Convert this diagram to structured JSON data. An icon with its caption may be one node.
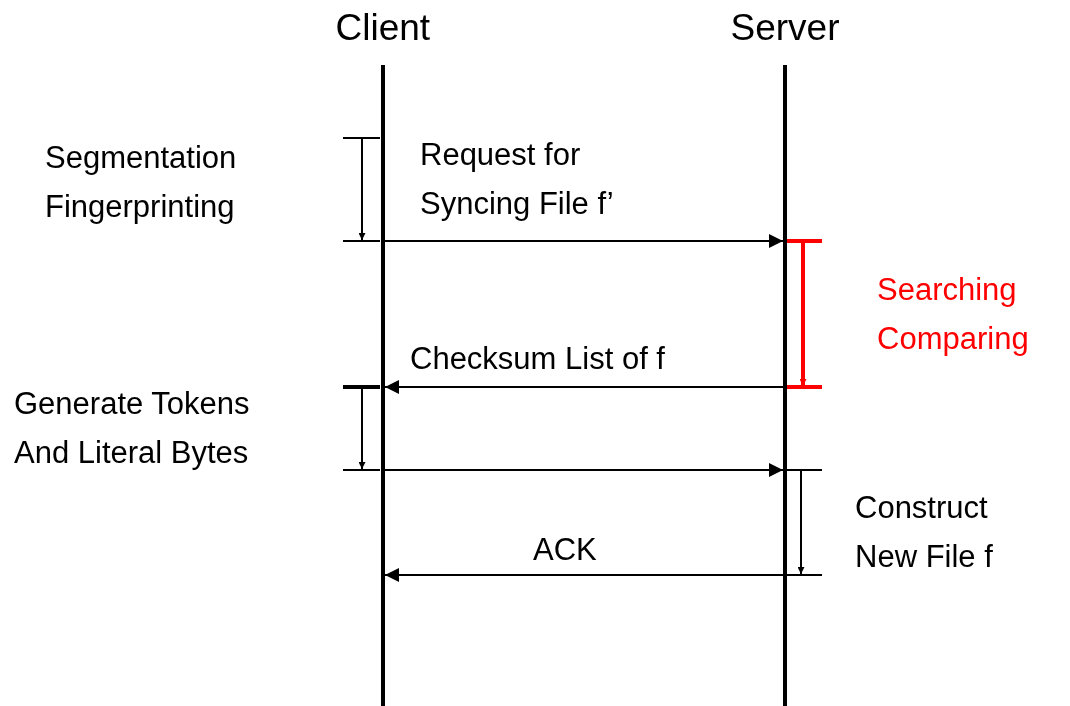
{
  "diagram": {
    "nodes": [
      {
        "text": [
          "Client"
        ]
      },
      {
        "text": [
          "Server"
        ]
      }
    ],
    "edges": [
      {
        "from": 0,
        "to": 1,
        "arrow": "to",
        "label": "Request for Syncing File f’"
      },
      {
        "from": 1,
        "to": 0,
        "arrow": "to",
        "label": "Checksum List of f"
      },
      {
        "from": 0,
        "to": 1,
        "arrow": "to"
      },
      {
        "from": 1,
        "to": 0,
        "arrow": "to",
        "label": "ACK"
      }
    ],
    "labels": [
      "Segmentation Fingerprinting",
      "Searching Comparing",
      "Generate Tokens And Literal Bytes",
      "Construct New File f"
    ]
  }
}
